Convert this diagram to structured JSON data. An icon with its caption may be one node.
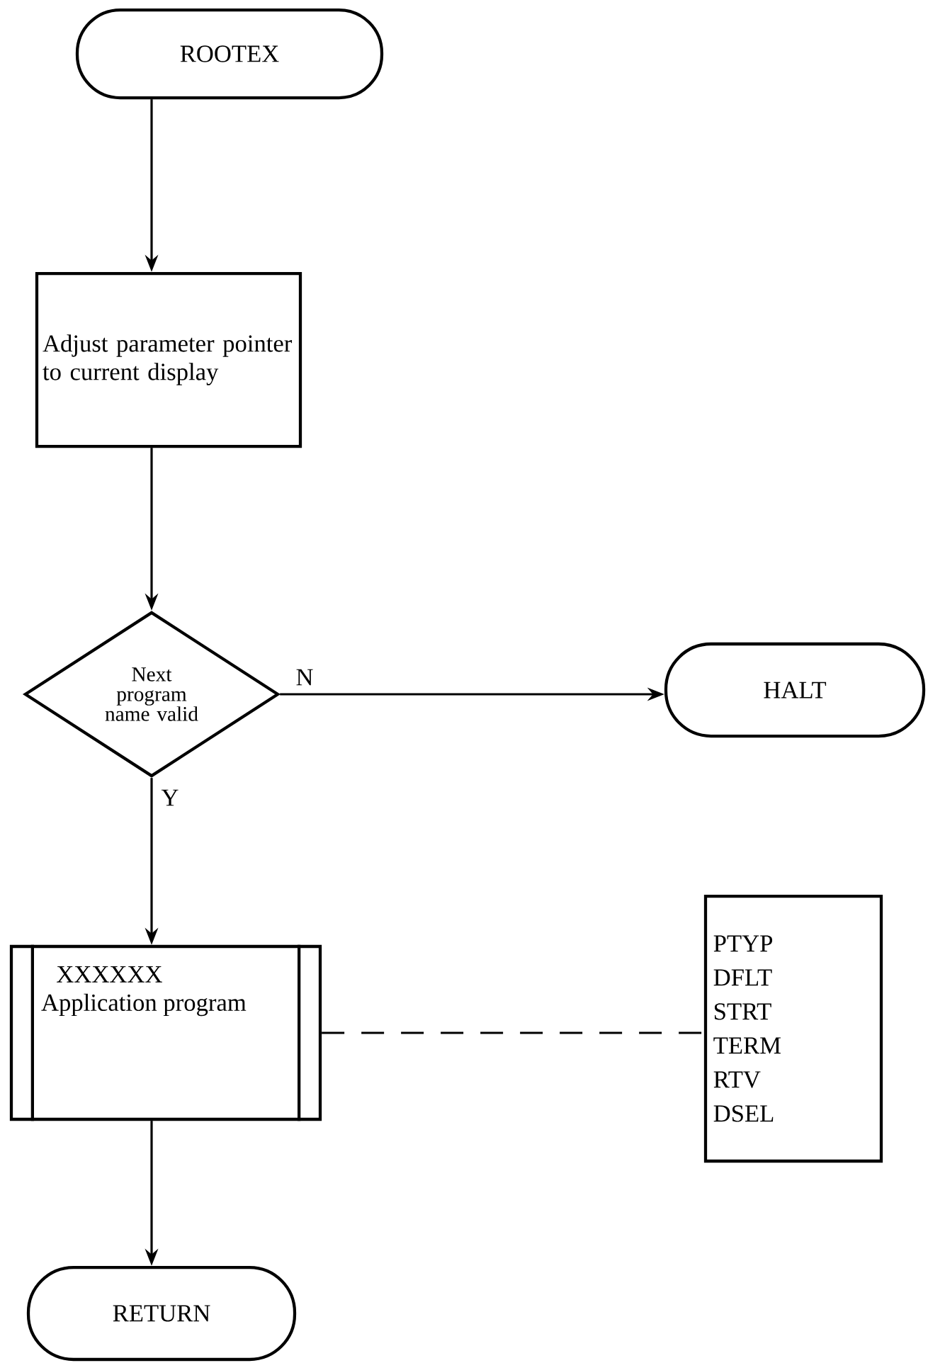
{
  "diagram": {
    "nodes": [
      {
        "text": [
          "ROOTEX"
        ]
      },
      {
        "text": [
          "Adjust parameter pointer to current display"
        ]
      },
      {
        "text": [
          "Next program name valid"
        ]
      },
      {
        "text": [
          "HALT"
        ]
      },
      {
        "text": [
          "XXXXXX",
          "Application program"
        ]
      },
      {
        "text": [
          "PTYP",
          "DFLT",
          "STRT",
          "TERM",
          "RTV",
          "DSEL"
        ]
      },
      {
        "text": [
          "RETURN"
        ]
      }
    ],
    "edges": [
      {
        "from": 0,
        "to": 1,
        "arrow": "to"
      },
      {
        "from": 1,
        "to": 2,
        "arrow": "to"
      },
      {
        "from": 2,
        "to": 3,
        "arrow": "to",
        "label": "N"
      },
      {
        "from": 2,
        "to": 4,
        "arrow": "to",
        "label": "Y"
      },
      {
        "from": 4,
        "to": 5,
        "arrow": "none",
        "style": "dashed"
      },
      {
        "from": 4,
        "to": 6,
        "arrow": "to"
      }
    ]
  }
}
